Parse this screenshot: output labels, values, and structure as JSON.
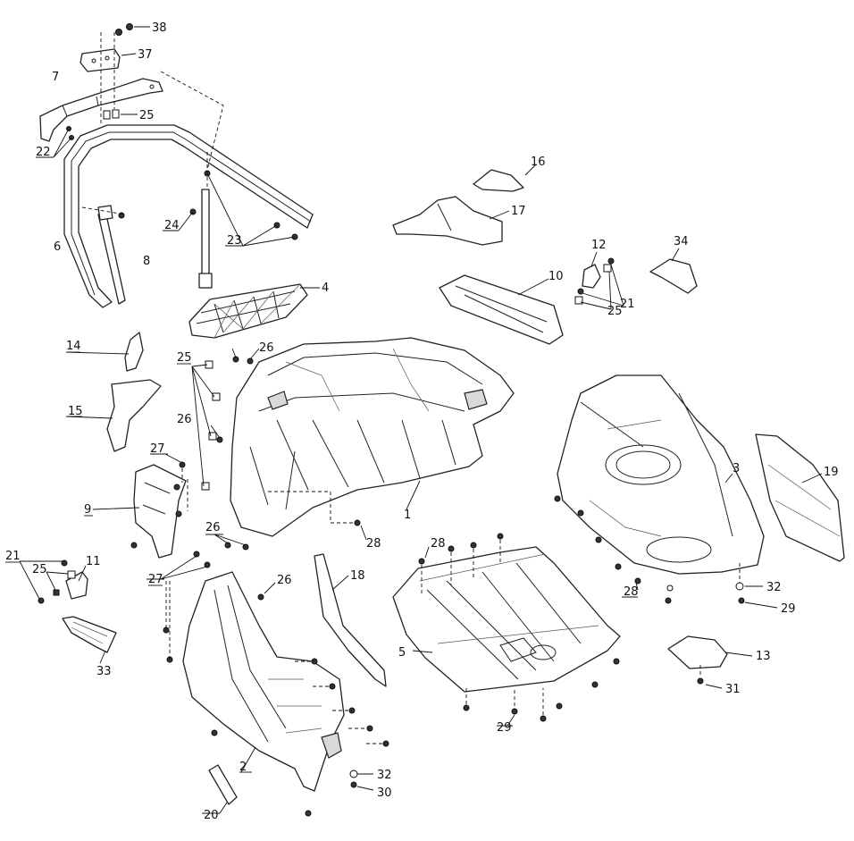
{
  "callouts": {
    "c1": "1",
    "c2": "2",
    "c3": "3",
    "c4": "4",
    "c5": "5",
    "c6": "6",
    "c7": "7",
    "c8": "8",
    "c9": "9",
    "c10": "10",
    "c11": "11",
    "c12": "12",
    "c13": "13",
    "c14": "14",
    "c15": "15",
    "c16": "16",
    "c17": "17",
    "c18": "18",
    "c19": "19",
    "c20": "20",
    "c21a": "21",
    "c21b": "21",
    "c22": "22",
    "c23": "23",
    "c24": "24",
    "c25a": "25",
    "c25b": "25",
    "c25c": "25",
    "c25d": "25",
    "c26a": "26",
    "c26b": "26",
    "c26c": "26",
    "c26d": "26",
    "c27a": "27",
    "c27b": "27",
    "c28a": "28",
    "c28b": "28",
    "c28c": "28",
    "c29a": "29",
    "c29b": "29",
    "c30": "30",
    "c31": "31",
    "c32a": "32",
    "c32b": "32",
    "c33": "33",
    "c34": "34",
    "c37": "37",
    "c38": "38"
  }
}
